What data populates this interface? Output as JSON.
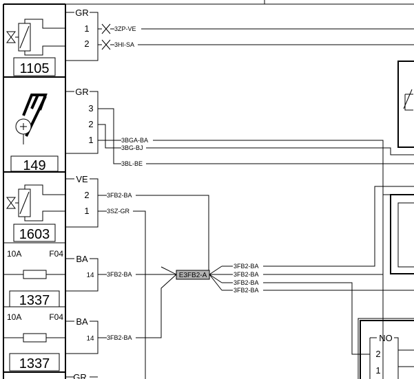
{
  "components": [
    {
      "id": "c1105",
      "label": "1105"
    },
    {
      "id": "c149",
      "label": "149"
    },
    {
      "id": "c1603",
      "label": "1603"
    },
    {
      "id": "c1337a",
      "label": "1337",
      "rating": "10A",
      "fuse": "F04"
    },
    {
      "id": "c1337b",
      "label": "1337",
      "rating": "10A",
      "fuse": "F04"
    }
  ],
  "connectors": {
    "gr_1105": {
      "label": "GR",
      "pins": [
        "1",
        "2"
      ]
    },
    "gr_149": {
      "label": "GR",
      "pins": [
        "3",
        "2",
        "1"
      ]
    },
    "ve_1603": {
      "label": "VE",
      "pins": [
        "2",
        "1"
      ]
    },
    "ba_a": {
      "label": "BA",
      "pins": [
        "14"
      ]
    },
    "ba_b": {
      "label": "BA",
      "pins": [
        "14"
      ]
    },
    "gr_bottom": {
      "label": "GR"
    },
    "no_right": {
      "label": "NO",
      "pins": [
        "2",
        "1"
      ]
    }
  },
  "wires": {
    "w3zpve": "3ZP-VE",
    "w3hisa": "3HI-SA",
    "w3bgaba": "3BGA-BA",
    "w3bgbj": "3BG-BJ",
    "w3blbe": "3BL-BE",
    "w3fb2ba_ve": "3FB2-BA",
    "w3szgr": "3SZ-GR",
    "w3fb2ba_a": "3FB2-BA",
    "w3fb2ba_b": "3FB2-BA",
    "r1": "3FB2-BA",
    "r2": "3FB2-BA",
    "r3": "3FB2-BA",
    "r4": "3FB2-BA"
  },
  "splice": {
    "label": "E3FB2-A",
    "color": "#b3b3b3"
  }
}
